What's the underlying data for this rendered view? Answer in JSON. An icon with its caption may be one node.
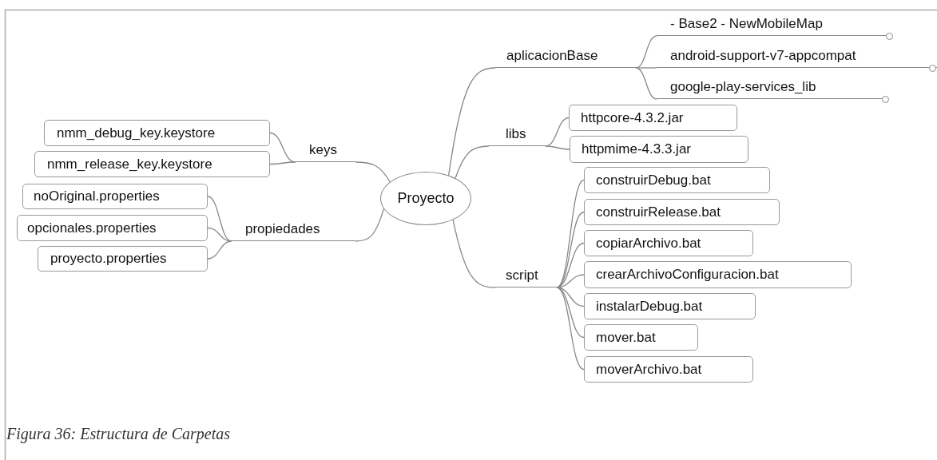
{
  "diagram": {
    "caption": "Figura 36: Estructura de Carpetas",
    "nodes": [
      {
        "text": [
          "keys"
        ]
      },
      {
        "text": [
          "nmm_debug_key.keystore"
        ]
      },
      {
        "text": [
          "nmm_release_key.keystore"
        ]
      },
      {
        "text": [
          "propiedades"
        ]
      },
      {
        "text": [
          "noOriginal.properties"
        ]
      },
      {
        "text": [
          "opcionales.properties"
        ]
      },
      {
        "text": [
          "proyecto.properties"
        ]
      },
      {
        "text": [
          "Proyecto"
        ]
      },
      {
        "text": [
          "aplicacionBase"
        ]
      },
      {
        "text": [
          "- Base2 - NewMobileMap"
        ]
      },
      {
        "text": [
          "android-support-v7-appcompat"
        ]
      },
      {
        "text": [
          "google-play-services_lib"
        ]
      },
      {
        "text": [
          "libs"
        ]
      },
      {
        "text": [
          "httpcore-4.3.2.jar"
        ]
      },
      {
        "text": [
          "httpmime-4.3.3.jar"
        ]
      },
      {
        "text": [
          "script"
        ]
      },
      {
        "text": [
          "construirDebug.bat"
        ]
      },
      {
        "text": [
          "construirRelease.bat"
        ]
      },
      {
        "text": [
          "copiarArchivo.bat"
        ]
      },
      {
        "text": [
          "crearArchivoConfiguracion.bat"
        ]
      },
      {
        "text": [
          "instalarDebug.bat"
        ]
      },
      {
        "text": [
          "mover.bat"
        ]
      },
      {
        "text": [
          "moverArchivo.bat"
        ]
      }
    ],
    "edges": [
      {
        "from": 7,
        "to": 0,
        "arrow": "none"
      },
      {
        "from": 0,
        "to": 1,
        "arrow": "none"
      },
      {
        "from": 0,
        "to": 2,
        "arrow": "none"
      },
      {
        "from": 7,
        "to": 3,
        "arrow": "none"
      },
      {
        "from": 3,
        "to": 4,
        "arrow": "none"
      },
      {
        "from": 3,
        "to": 5,
        "arrow": "none"
      },
      {
        "from": 3,
        "to": 6,
        "arrow": "none"
      },
      {
        "from": 7,
        "to": 8,
        "arrow": "none"
      },
      {
        "from": 8,
        "to": 9,
        "arrow": "none"
      },
      {
        "from": 8,
        "to": 10,
        "arrow": "none"
      },
      {
        "from": 8,
        "to": 11,
        "arrow": "none"
      },
      {
        "from": 7,
        "to": 12,
        "arrow": "none"
      },
      {
        "from": 12,
        "to": 13,
        "arrow": "none"
      },
      {
        "from": 12,
        "to": 14,
        "arrow": "none"
      },
      {
        "from": 7,
        "to": 15,
        "arrow": "none"
      },
      {
        "from": 15,
        "to": 16,
        "arrow": "none"
      },
      {
        "from": 15,
        "to": 17,
        "arrow": "none"
      },
      {
        "from": 15,
        "to": 18,
        "arrow": "none"
      },
      {
        "from": 15,
        "to": 19,
        "arrow": "none"
      },
      {
        "from": 15,
        "to": 20,
        "arrow": "none"
      },
      {
        "from": 15,
        "to": 21,
        "arrow": "none"
      },
      {
        "from": 15,
        "to": 22,
        "arrow": "none"
      }
    ]
  }
}
